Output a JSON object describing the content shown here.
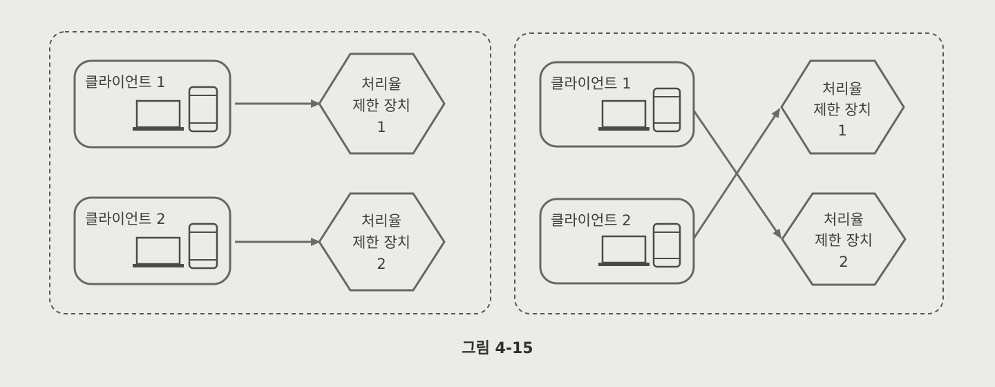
{
  "panels": [
    {
      "clients": [
        {
          "label": "클라이언트 1"
        },
        {
          "label": "클라이언트 2"
        }
      ],
      "limiters": [
        {
          "lines": [
            "처리율",
            "제한 장치",
            "1"
          ]
        },
        {
          "lines": [
            "처리율",
            "제한 장치",
            "2"
          ]
        }
      ],
      "connections": [
        {
          "from": "클라이언트 1",
          "to": "처리율 제한 장치 1"
        },
        {
          "from": "클라이언트 2",
          "to": "처리율 제한 장치 2"
        }
      ]
    },
    {
      "clients": [
        {
          "label": "클라이언트 1"
        },
        {
          "label": "클라이언트 2"
        }
      ],
      "limiters": [
        {
          "lines": [
            "처리율",
            "제한 장치",
            "1"
          ]
        },
        {
          "lines": [
            "처리율",
            "제한 장치",
            "2"
          ]
        }
      ],
      "connections": [
        {
          "from": "클라이언트 1",
          "to": "처리율 제한 장치 2"
        },
        {
          "from": "클라이언트 2",
          "to": "처리율 제한 장치 1"
        }
      ]
    }
  ],
  "caption": "그림 4-15",
  "colors": {
    "background": "#ebebe8",
    "stroke": "#666666",
    "arrow": "#6a6a6a",
    "text": "#3d3d3d",
    "device": "#4a4a4a"
  }
}
